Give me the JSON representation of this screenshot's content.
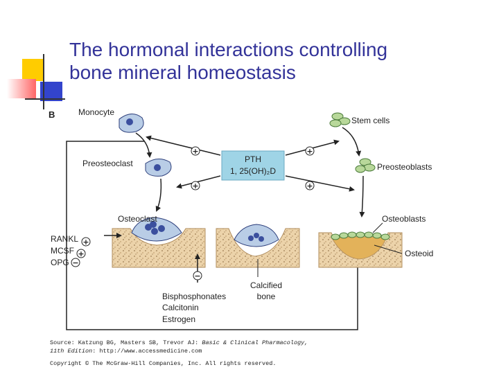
{
  "slide": {
    "title_line1": "The hormonal interactions controlling",
    "title_line2": "bone mineral homeostasis"
  },
  "diagram": {
    "panel_letter": "B",
    "cells": {
      "monocyte": "Monocyte",
      "preosteoclast": "Preosteoclast",
      "osteoclast": "Osteoclast",
      "stem_cells": "Stem cells",
      "preosteoblasts": "Preosteoblasts",
      "osteoblasts": "Osteoblasts",
      "osteoid": "Osteoid",
      "calcified_bone_line1": "Calcified",
      "calcified_bone_line2": "bone"
    },
    "hormone_box": {
      "line1": "PTH",
      "line2": "1, 25(OH)₂D"
    },
    "factors": {
      "rankl": "RANKL",
      "mcsf": "MCSF",
      "opg": "OPG"
    },
    "inhibitors": [
      "Bisphosphonates",
      "Calcitonin",
      "Estrogen"
    ],
    "signs": {
      "plus": "+",
      "minus": "−"
    },
    "colors": {
      "cell_fill": "#b9cde6",
      "nucleus": "#3b4f9e",
      "hormone_box_fill": "#9fd4e6",
      "osteoblast_green": "#b8d89a",
      "bone_fill": "#e8cfa6",
      "osteoid_fill": "#e3b25a"
    }
  },
  "caption": {
    "source_prefix": "Source: Katzung BG, Masters SB, Trevor AJ: ",
    "source_title": "Basic & Clinical Pharmacology,",
    "edition": "11th Edition",
    "edition_rest": ": http://www.accessmedicine.com",
    "copyright": "Copyright © The McGraw-Hill Companies, Inc. All rights reserved."
  }
}
